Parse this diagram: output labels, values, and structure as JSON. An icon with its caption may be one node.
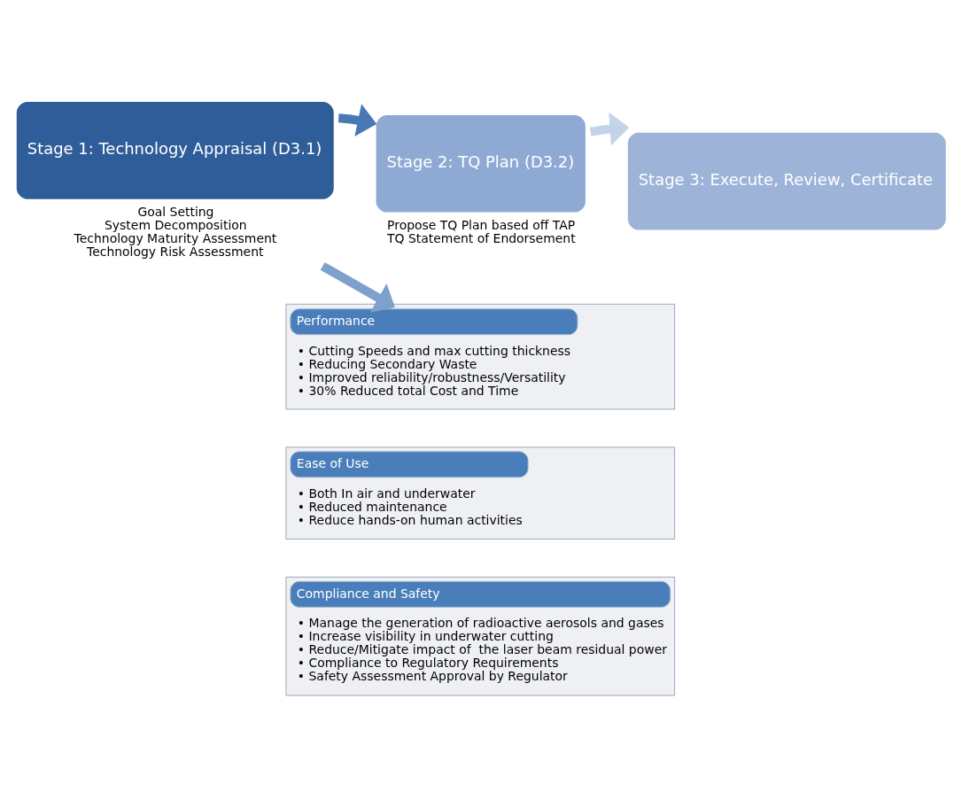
{
  "diagram": {
    "nodes": [
      {
        "text": [
          "Stage 1: Technology Appraisal (D3.1)"
        ],
        "beside": [
          "Goal Setting",
          "System Decomposition",
          "Technology Maturity Assessment",
          "Technology Risk Assessment"
        ]
      },
      {
        "text": [
          "Stage 2: TQ Plan (D3.2)"
        ],
        "beside": [
          "Propose TQ Plan based off TAP",
          "TQ Statement of Endorsement"
        ]
      },
      {
        "text": [
          "Stage 3: Execute, Review, Certificate"
        ]
      },
      {
        "text": [
          "Performance",
          "• Cutting Speeds and max cutting thickness",
          "• Reducing Secondary Waste",
          "• Improved reliability/robustness/Versatility",
          "• 30% Reduced total Cost and Time"
        ]
      },
      {
        "text": [
          "Ease of Use",
          "• Both In air and underwater",
          "• Reduced maintenance",
          "• Reduce hands-on human activities"
        ]
      },
      {
        "text": [
          "Compliance and Safety",
          "• Manage the generation of radioactive aerosols and gases",
          "• Increase visibility in underwater cutting",
          "• Reduce/Mitigate impact of  the laser beam residual power",
          "• Compliance to Regulatory Requirements",
          "• Safety Assessment Approval by Regulator"
        ]
      }
    ],
    "edges": [
      {
        "from": 0,
        "to": 1,
        "arrow": "to",
        "color": "#4a78b5"
      },
      {
        "from": 1,
        "to": 2,
        "arrow": "to",
        "color": "#c3d3e8"
      },
      {
        "from": 0,
        "to": 3,
        "arrow": "to",
        "color": "#7ea0cc"
      }
    ]
  }
}
